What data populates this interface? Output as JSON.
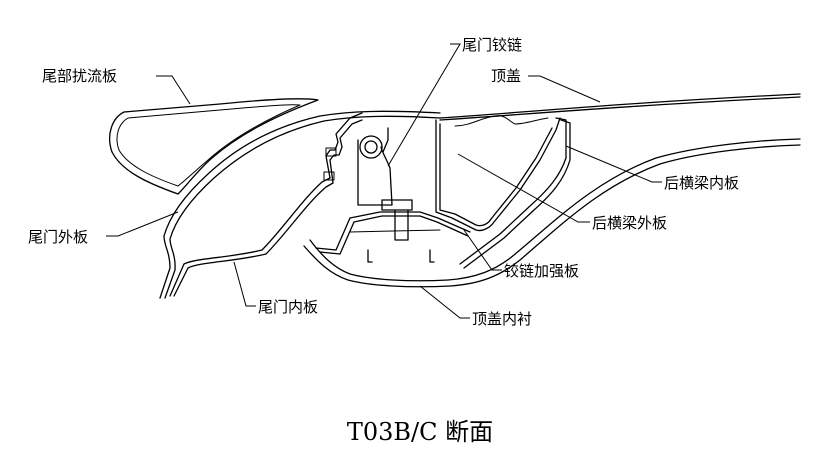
{
  "labels": {
    "spoiler": "尾部扰流板",
    "hinge": "尾门铰链",
    "roof": "顶盖",
    "rear_crossmember_inner": "后横梁内板",
    "rear_crossmember_outer": "后横梁外板",
    "hinge_reinforcement": "铰链加强板",
    "roof_liner": "顶盖内衬",
    "tailgate_inner": "尾门内板",
    "tailgate_outer": "尾门外板"
  },
  "caption": "T03B/C 断面"
}
